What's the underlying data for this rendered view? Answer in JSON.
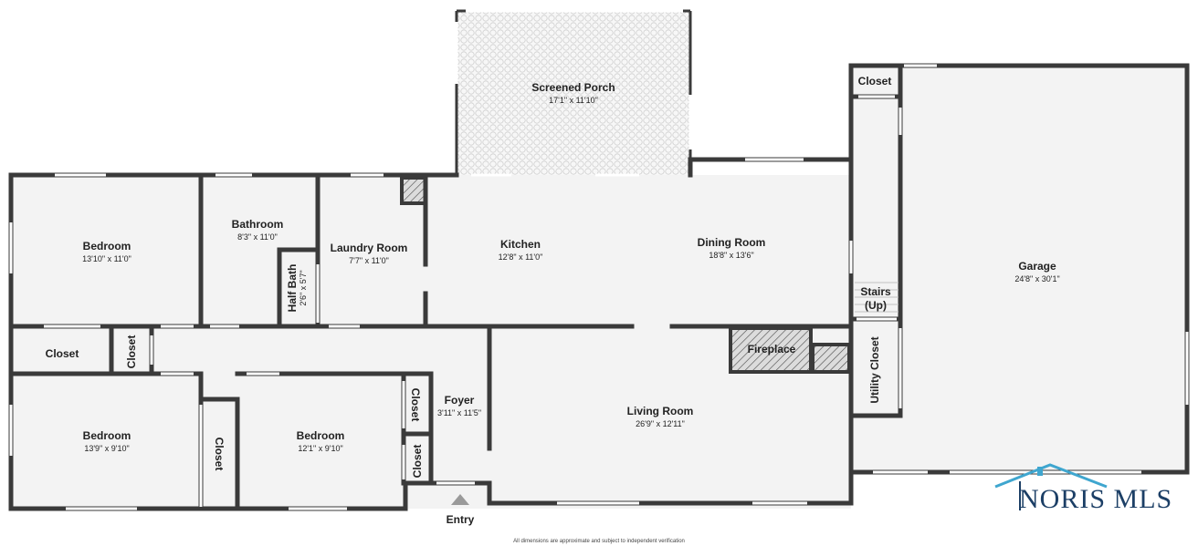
{
  "rooms": {
    "screened_porch": {
      "name": "Screened Porch",
      "dim": "17'1\" x 11'10\""
    },
    "bedroom_1": {
      "name": "Bedroom",
      "dim": "13'10\" x 11'0\""
    },
    "bathroom": {
      "name": "Bathroom",
      "dim": "8'3\" x 11'0\""
    },
    "half_bath": {
      "name": "Half Bath",
      "dim": "2'6\" x 5'7\""
    },
    "laundry_room": {
      "name": "Laundry Room",
      "dim": "7'7\" x 11'0\""
    },
    "kitchen": {
      "name": "Kitchen",
      "dim": "12'8\" x 11'0\""
    },
    "dining_room": {
      "name": "Dining Room",
      "dim": "18'8\" x 13'6\""
    },
    "garage": {
      "name": "Garage",
      "dim": "24'8\" x 30'1\""
    },
    "closet_garage": {
      "name": "Closet"
    },
    "stairs": {
      "name": "Stairs",
      "note": "(Up)"
    },
    "fireplace": {
      "name": "Fireplace"
    },
    "utility_closet": {
      "name": "Utility Closet"
    },
    "closet_hall_left": {
      "name": "Closet"
    },
    "closet_hall_small": {
      "name": "Closet"
    },
    "foyer": {
      "name": "Foyer",
      "dim": "3'11\" x 11'5\""
    },
    "living_room": {
      "name": "Living Room",
      "dim": "26'9\" x 12'11\""
    },
    "bedroom_2": {
      "name": "Bedroom",
      "dim": "13'9\" x 9'10\""
    },
    "closet_between": {
      "name": "Closet"
    },
    "bedroom_3": {
      "name": "Bedroom",
      "dim": "12'1\" x 9'10\""
    },
    "closet_foyer_upper": {
      "name": "Closet"
    },
    "closet_foyer_lower": {
      "name": "Closet"
    }
  },
  "entry_label": "Entry",
  "footnote": "All dimensions are approximate and subject to independent verification",
  "logo_text": "NORIS MLS",
  "colors": {
    "wall": "#3a3a3a",
    "floor": "#f3f3f3",
    "logo": "#1c3f66"
  }
}
